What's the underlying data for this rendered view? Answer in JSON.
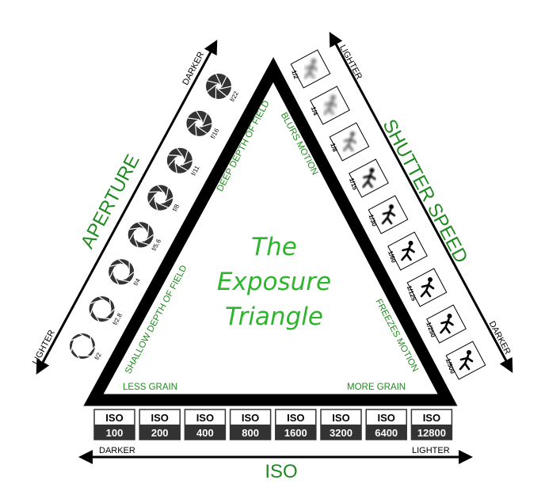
{
  "title_lines": [
    "The",
    "Exposure",
    "Triangle"
  ],
  "aperture": {
    "label": "APERTURE",
    "end_low": "LIGHTER",
    "end_high": "DARKER",
    "stops": [
      "f/2",
      "f/2.8",
      "f/4",
      "f/5.6",
      "f/8",
      "f/11",
      "f/16",
      "f/22"
    ],
    "inner_low": "SHALLOW DEPTH OF FIELD",
    "inner_high": "DEEP DEPTH OF FIELD"
  },
  "shutter": {
    "label": "SHUTTER SPEED",
    "end_top": "LIGHTER",
    "end_bottom": "DARKER",
    "speeds": [
      "1/2",
      "1/4",
      "1/8",
      "1/15",
      "1/30",
      "1/60",
      "1/125",
      "1/250",
      "1/500"
    ],
    "inner_top": "BLURS MOTION",
    "inner_bottom": "FREEZES MOTION"
  },
  "iso": {
    "label": "ISO",
    "end_left": "DARKER",
    "end_right": "LIGHTER",
    "box_label": "ISO",
    "values": [
      "100",
      "200",
      "400",
      "800",
      "1600",
      "3200",
      "6400",
      "12800"
    ],
    "inner_left": "LESS GRAIN",
    "inner_right": "MORE GRAIN"
  },
  "colors": {
    "green": "#1f8a1f",
    "title_green": "#2db52d",
    "dark": "#333333"
  }
}
